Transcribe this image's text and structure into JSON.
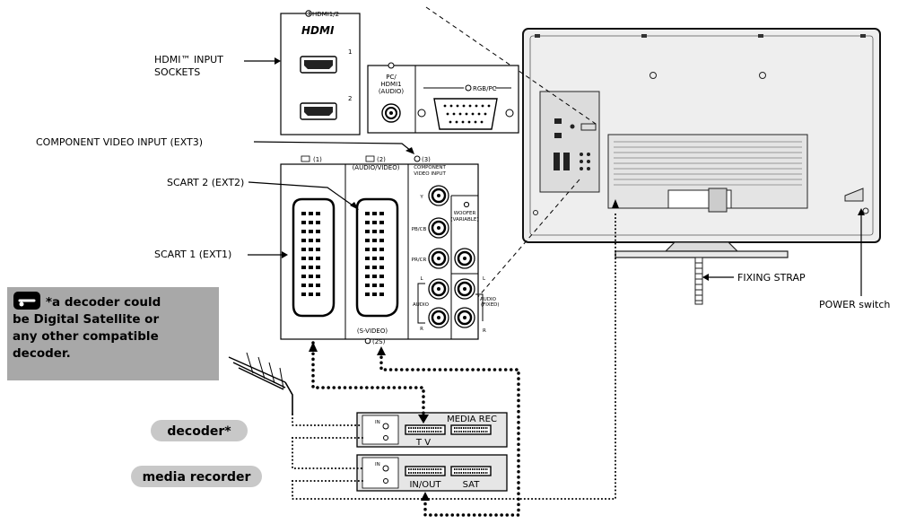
{
  "labels": {
    "hdmi_input_sockets_line1": "HDMI™ INPUT",
    "hdmi_input_sockets_line2": "SOCKETS",
    "component_video_input": "COMPONENT VIDEO INPUT (EXT3)",
    "scart2": "SCART 2 (EXT2)",
    "scart1": "SCART 1 (EXT1)",
    "fixing_strap": "FIXING STRAP",
    "power_switch": "POWER switch"
  },
  "panel": {
    "hdmi_group": "HDMI1/2",
    "hdmi_logo": "HDMI",
    "hdmi_port1": "1",
    "hdmi_port2": "2",
    "pc_audio_line1": "PC/",
    "pc_audio_line2": "HDMI1",
    "pc_audio_line3": "(AUDIO)",
    "rgb_pc": "RGB/PC",
    "scart1_label": "(1)",
    "scart2_label_line1": "(2)",
    "scart2_label_line2": "(AUDIO/VIDEO)",
    "component_label_line1": "(3)",
    "component_label_line2": "COMPONENT",
    "component_label_line3": "VIDEO INPUT",
    "y": "Y",
    "pb_cb": "PB/CB",
    "pr_cr": "PR/CR",
    "l": "L",
    "r": "R",
    "audio": "AUDIO",
    "woofer_line1": "WOOFER",
    "woofer_line2": "(VARIABLE)",
    "audio_fixed_line1": "AUDIO",
    "audio_fixed_line2": "(FIXED)",
    "wl": "L",
    "wr": "R",
    "svideo_line1": "(S-VIDEO)",
    "svideo_line2": "(2S)"
  },
  "note": {
    "line1": "*a decoder could",
    "line2": "be Digital Satellite or",
    "line3": "any other compatible",
    "line4": "decoder."
  },
  "devices": {
    "decoder_label": "decoder*",
    "recorder_label": "media recorder",
    "decoder_socket_tv": "T V",
    "decoder_socket_media": "MEDIA REC",
    "recorder_socket_inout": "IN/OUT",
    "recorder_socket_sat": "SAT"
  },
  "colors": {
    "note_box": "#a8a8a8",
    "pill": "#c8c8c8",
    "tv_body": "#eeeeee",
    "tv_stroke": "#111111"
  },
  "icons": {
    "note": "pointing-hand-icon",
    "input": "input-arrow-icon",
    "antenna": "antenna-icon"
  }
}
